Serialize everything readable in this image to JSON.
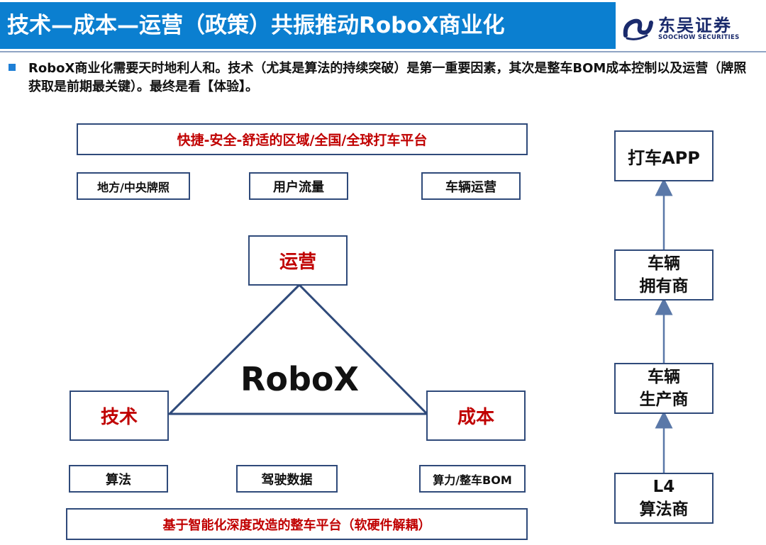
{
  "header": {
    "title": "技术—成本—运营（政策）共振推动RoboX商业化",
    "logo": {
      "name_cn": "东吴证券",
      "name_en": "SOOCHOW SECURITIES"
    }
  },
  "intro_text": "RoboX商业化需要天时地利人和。技术（尤其是算法的持续突破）是第一重要因素，其次是整车BOM成本控制以及运营（牌照获取是前期最关键）。最终是看【体验】。",
  "diagram": {
    "top_platform": "快捷-安全-舒适的区域/全国/全球打车平台",
    "operation_factors": [
      "地方/中央牌照",
      "用户流量",
      "车辆运营"
    ],
    "triangle": {
      "center": "RoboX",
      "top": "运营",
      "left": "技术",
      "right": "成本"
    },
    "tech_factors": [
      "算法",
      "驾驶数据",
      "算力/整车BOM"
    ],
    "bottom_platform": "基于智能化深度改造的整车平台（软硬件解耦）"
  },
  "value_chain": [
    "L4\n算法商",
    "车辆\n生产商",
    "车辆\n拥有商",
    "打车APP"
  ],
  "colors": {
    "title_bar": "#0b7fd0",
    "accent_red": "#c00000",
    "box_border": "#2f4a7a",
    "arrow": "#5a78a8"
  }
}
